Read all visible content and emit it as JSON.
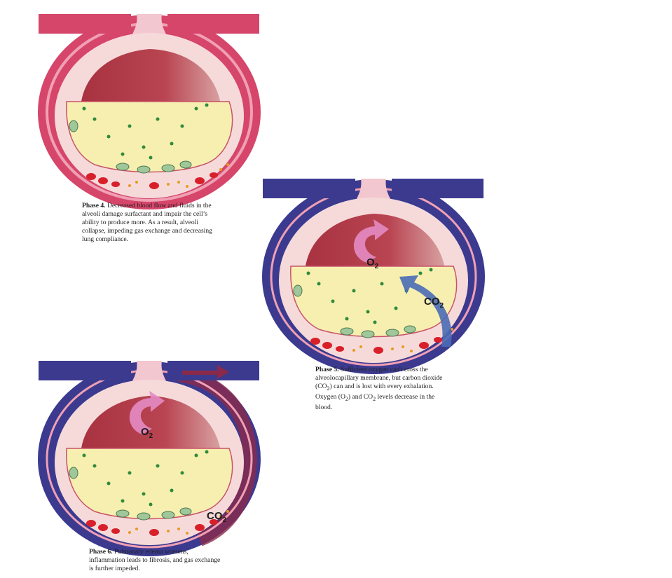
{
  "phases": [
    {
      "title": "Phase 4.",
      "text": "Decreased blood flow and fluids in the alveoli damage surfactant and impair the cell’s ability to produce more. As a result, alveoli collapse, impeding gas exchange and decreasing lung compliance.",
      "vessel_color": "#d6456a",
      "labels": []
    },
    {
      "title": "Phase 5.",
      "text_parts": [
        "Sufficient oxygen can't cross the alveolocapillary membrane, but carbon dioxide (CO",
        "2",
        ") can and is lost with every exhalation. Oxygen (O",
        "2",
        ") and CO",
        "2",
        " levels decrease in the blood."
      ],
      "vessel_color": "#3b3a8f",
      "labels": {
        "o2": "O",
        "co2": "CO",
        "sub": "2"
      }
    },
    {
      "title": "Phase 6.",
      "text": "Pulmonary edema worsens, inflammation leads to fibrosis, and gas exchange is further impeded.",
      "vessel_color": "#3b3a8f",
      "labels": {
        "o2": "O",
        "co2": "CO",
        "sub": "2"
      }
    }
  ],
  "colors": {
    "sac_top": "#b8434f",
    "fluid": "#f6efb0",
    "edema": "#cfe6a8",
    "rbc": "#d8202a",
    "dot": "#2f8a3a",
    "o2_arrow": "#e48bc4",
    "co2_arrow": "#4a6bb5"
  }
}
